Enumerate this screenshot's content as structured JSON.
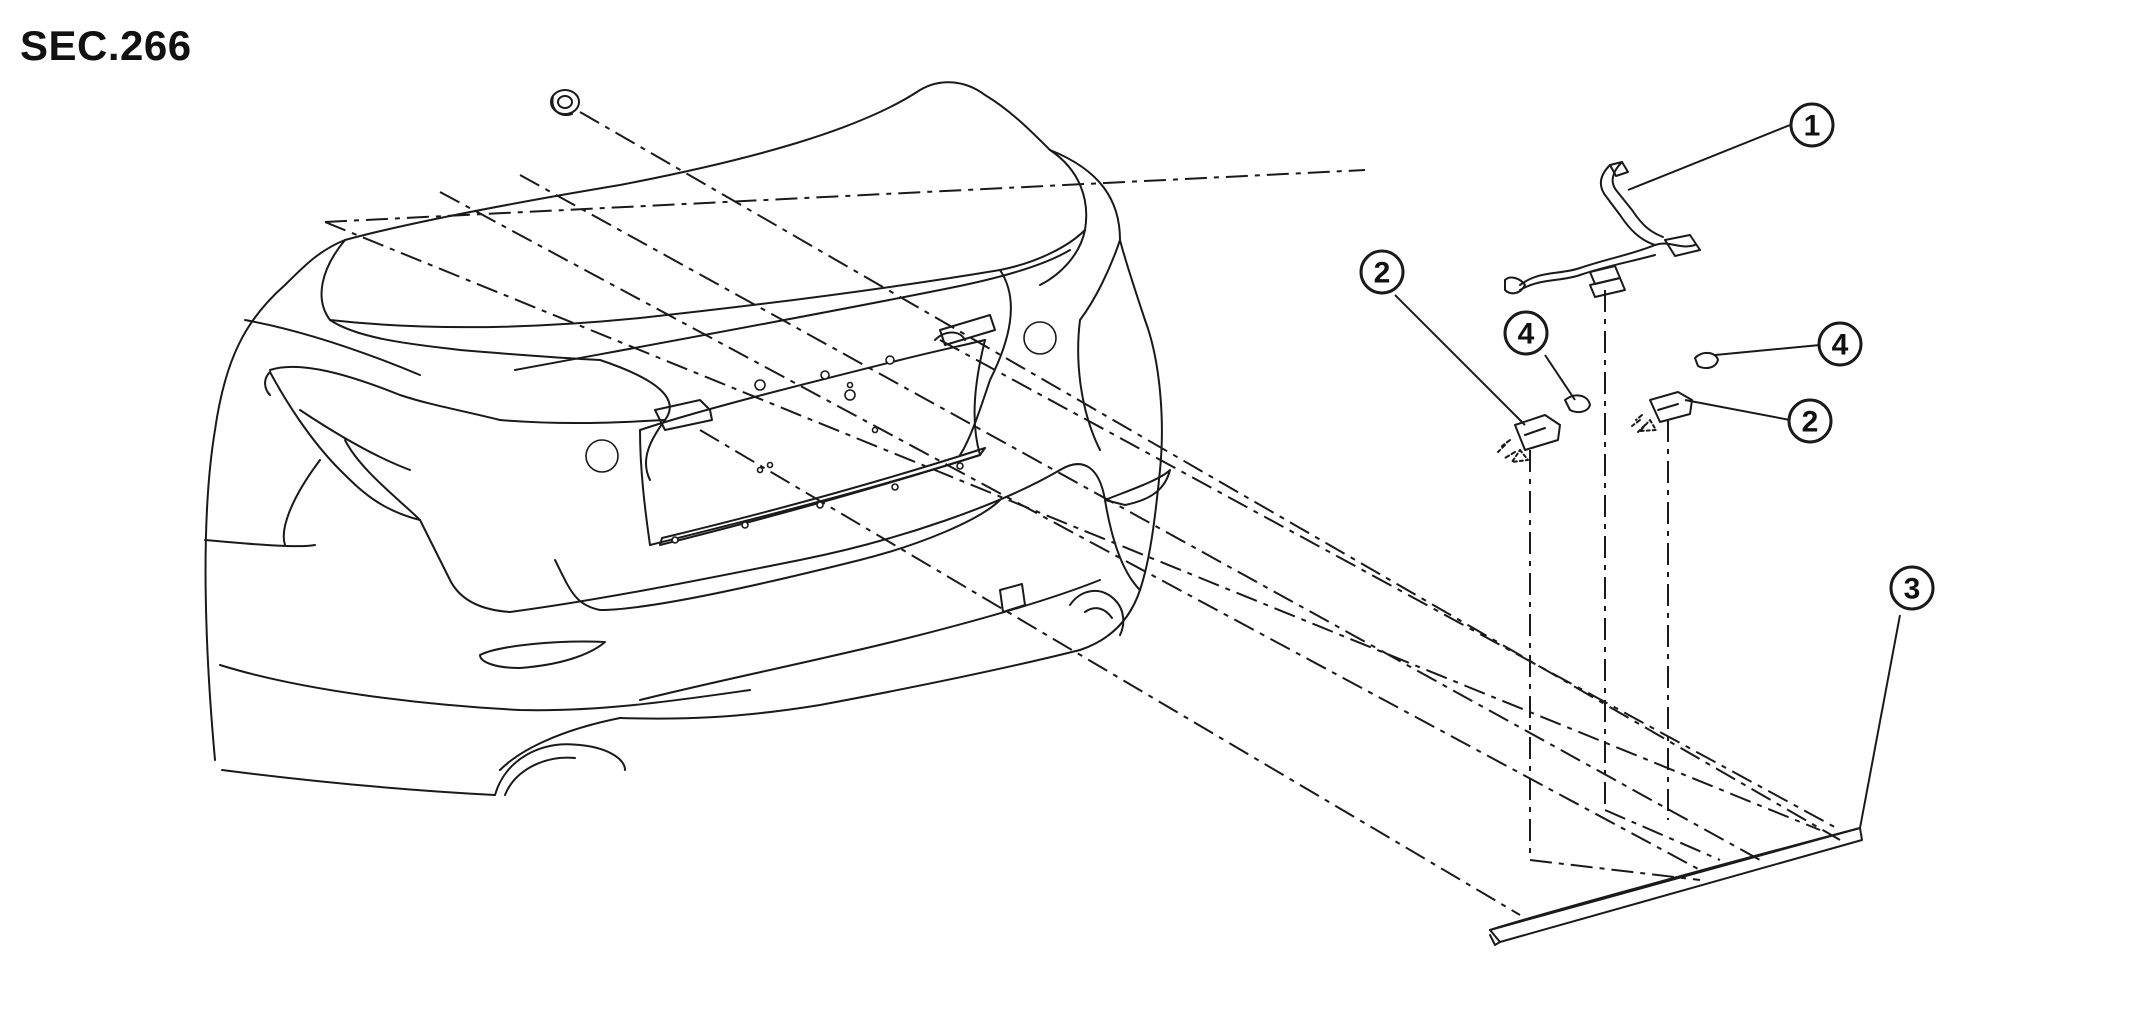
{
  "section_label": "SEC.266",
  "callouts": [
    {
      "id": "c1",
      "number": "1"
    },
    {
      "id": "c2a",
      "number": "2"
    },
    {
      "id": "c4a",
      "number": "4"
    },
    {
      "id": "c4b",
      "number": "4"
    },
    {
      "id": "c2b",
      "number": "2"
    },
    {
      "id": "c3",
      "number": "3"
    }
  ]
}
